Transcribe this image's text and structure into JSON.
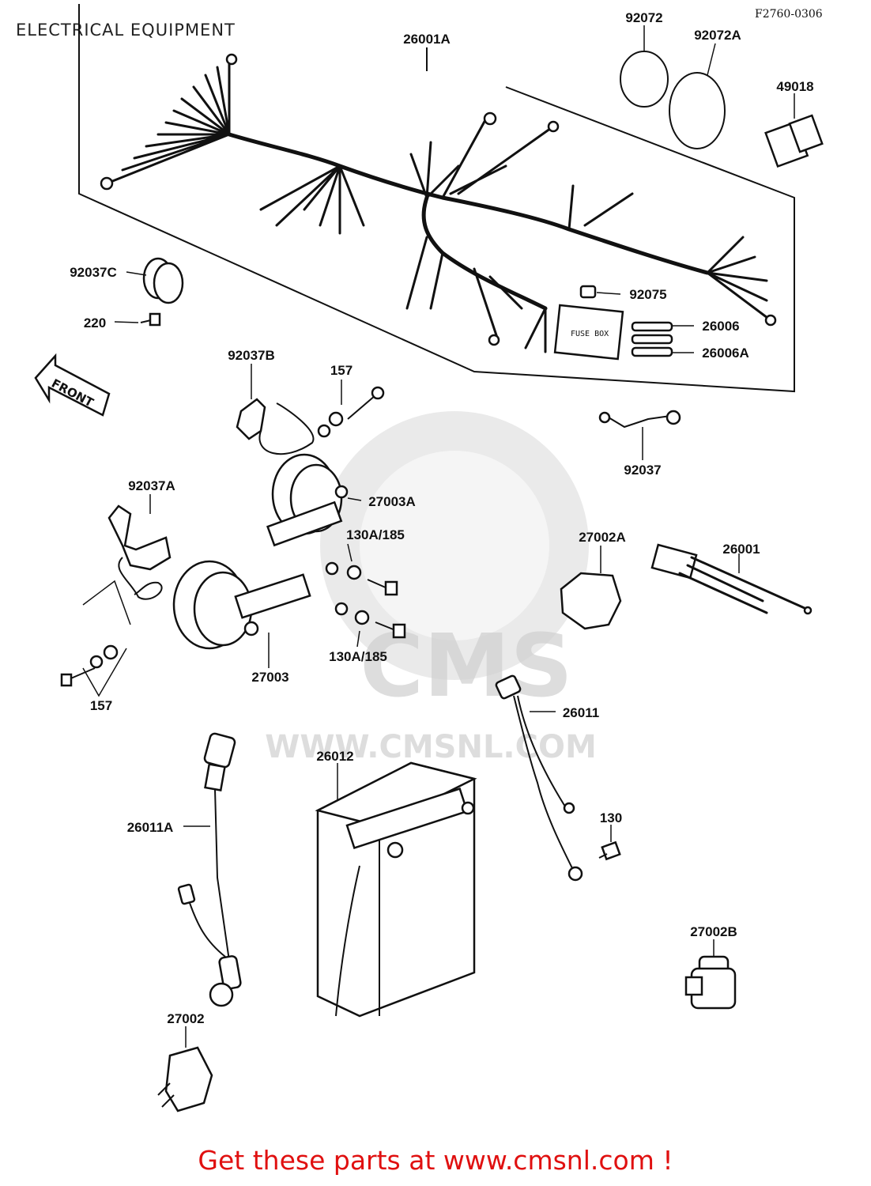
{
  "header": {
    "title": "ELECTRICAL EQUIPMENT",
    "figure_code": "F2760-0306"
  },
  "watermark": {
    "brand": "CMS",
    "url": "WWW.CMSNL.COM"
  },
  "direction_arrow": "FRONT",
  "fuse_box_text": "FUSE BOX",
  "parts": {
    "p26001A": "26001A",
    "p92072": "92072",
    "p92072A": "92072A",
    "p49018": "49018",
    "p92037C": "92037C",
    "p220": "220",
    "p92075": "92075",
    "p26006": "26006",
    "p26006A": "26006A",
    "p92037B": "92037B",
    "p157a": "157",
    "p92037": "92037",
    "p27003A": "27003A",
    "p92037A": "92037A",
    "p130A185a": "130A/185",
    "p27002A": "27002A",
    "p26001": "26001",
    "p130A185b": "130A/185",
    "p27003": "27003",
    "p157b": "157",
    "p26011": "26011",
    "p26012": "26012",
    "p26011A": "26011A",
    "p130": "130",
    "p27002B": "27002B",
    "p27002": "27002"
  },
  "footer": {
    "text": "Get these parts at www.cmsnl.com !",
    "color": "#e01010"
  }
}
